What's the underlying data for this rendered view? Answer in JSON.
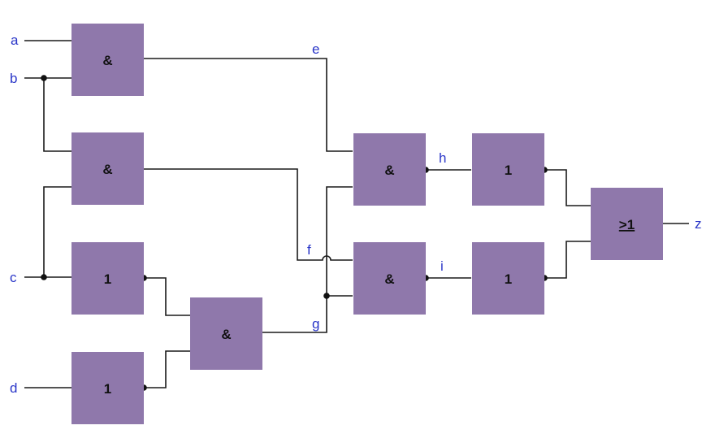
{
  "colors": {
    "gate_fill": "#8f78ab",
    "wire": "#1a1a1a",
    "label": "#2a36c8",
    "dot": "#111111"
  },
  "inputs": {
    "a": "a",
    "b": "b",
    "c": "c",
    "d": "d"
  },
  "signals": {
    "e": "e",
    "f": "f",
    "g": "g",
    "h": "h",
    "i": "i"
  },
  "output": {
    "z": "z"
  },
  "gates": {
    "and_ab": "&",
    "and_bc": "&",
    "not_c": "1",
    "not_d": "1",
    "and_g": "&",
    "and_h": "&",
    "and_i": "&",
    "not_h": "1",
    "not_i": "1",
    "or_z": ">1"
  }
}
